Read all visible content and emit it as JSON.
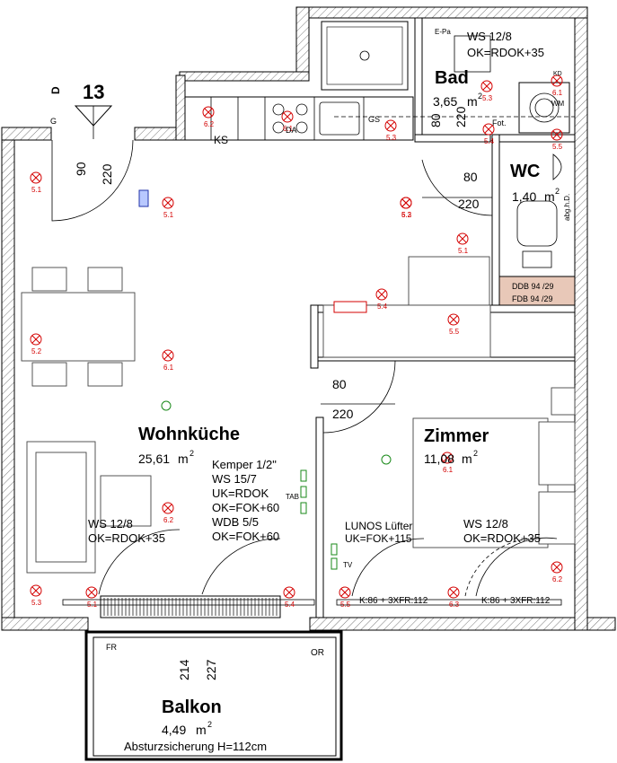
{
  "unit_number": "13",
  "rooms": {
    "bad": {
      "name": "Bad",
      "area": "3,65",
      "unit": "m"
    },
    "wc": {
      "name": "WC",
      "area": "1,40",
      "unit": "m"
    },
    "wohnkueche": {
      "name": "Wohnküche",
      "area": "25,61",
      "unit": "m"
    },
    "zimmer": {
      "name": "Zimmer",
      "area": "11,08",
      "unit": "m"
    },
    "balkon": {
      "name": "Balkon",
      "area": "4,49",
      "unit": "m",
      "note": "Absturzsicherung H=112cm"
    }
  },
  "area_exponent": "2",
  "door_dims": {
    "entrance_w": "90",
    "entrance_h": "220",
    "bad_w": "80",
    "bad_h": "220",
    "wc_w": "80",
    "wc_h": "220",
    "zimmer_w": "80",
    "zimmer_h": "220",
    "balkon_w": "214",
    "balkon_h": "227"
  },
  "annotations": {
    "bad_ws": "WS 12/8",
    "bad_ok": "OK=RDOK+35",
    "wk_ws": "WS 12/8",
    "wk_ok": "OK=RDOK+35",
    "zi_ws": "WS 12/8",
    "zi_ok": "OK=RDOK+35",
    "kemper1": "Kemper 1/2\"",
    "kemper2": "WS 15/7",
    "kemper3": "UK=RDOK",
    "kemper4": "OK=FOK+60",
    "kemper5": "WDB 5/5",
    "kemper6": "OK=FOK+60",
    "lunos1": "LUNOS Lüfter",
    "lunos2": "UK=FOK+115",
    "k86_left": "K:86 + 3XFR:112",
    "k86_right": "K:86 + 3XFR:112",
    "ddb1": "DDB 94 /29",
    "fdb1": "FDB 94 /29",
    "epa": "E-Pa",
    "abg": "abg.h.D."
  },
  "labels": {
    "ks": "KS",
    "g": "G",
    "d": "D",
    "da": "DA",
    "gs": "GS",
    "wm": "WM",
    "fot": "Fot.",
    "kd": "KD",
    "fr": "FR",
    "or": "OR",
    "tab": "TAB",
    "tv": "TV"
  },
  "socket_labels": [
    "5.1",
    "5.2",
    "6.1",
    "6.2",
    "5.3",
    "5.4",
    "5.5",
    "6.3",
    "5.1",
    "6.1",
    "6.2",
    "5.3",
    "5.4",
    "5.5"
  ]
}
